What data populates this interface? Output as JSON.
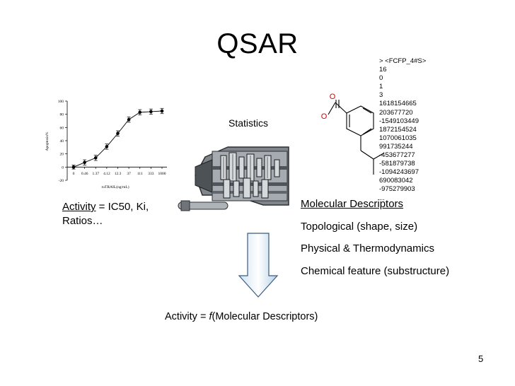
{
  "slide": {
    "title": "QSAR",
    "number": "5"
  },
  "fingerprint": {
    "lines": [
      "> <FCFP_4#S>",
      "16",
      "0",
      "1",
      "3",
      "1618154665",
      "203677720",
      "-1549103449",
      "1872154524",
      "1070061035",
      "991735244",
      "-453677277",
      "-581879738",
      "-1094243697",
      "690083042",
      "-975279903",
      "..."
    ]
  },
  "statistics_label": "Statistics",
  "activity": {
    "term": "Activity",
    "rest_line1": " = IC50, Ki,",
    "line2": "Ratios…"
  },
  "descriptors": {
    "heading": "Molecular Descriptors",
    "items": [
      "Topological (shape, size)",
      "Physical & Thermodynamics",
      "Chemical feature (substructure)"
    ]
  },
  "formula": {
    "prefix": "Activity = ",
    "func": "f",
    "suffix": "(Molecular Descriptors)"
  },
  "molecule": {
    "atoms": [
      "O",
      "O"
    ],
    "atom_color": "#d00000"
  },
  "chart_data": {
    "type": "line",
    "xlabel": "ruTRAIL(ng/mL)",
    "ylabel": "Apoptosis%",
    "categories": [
      "0",
      "0.46",
      "1.37",
      "4.12",
      "12.3",
      "37",
      "111",
      "333",
      "1000"
    ],
    "yticks": [
      "-20",
      "0",
      "20",
      "40",
      "60",
      "80",
      "100"
    ],
    "ylim": [
      -20,
      100
    ],
    "series": [
      {
        "values": [
          0,
          7,
          14,
          31,
          51,
          72,
          83,
          84,
          85
        ],
        "errors": [
          3,
          4,
          4,
          4,
          4,
          4,
          4,
          4,
          4
        ]
      }
    ],
    "grid": false
  }
}
